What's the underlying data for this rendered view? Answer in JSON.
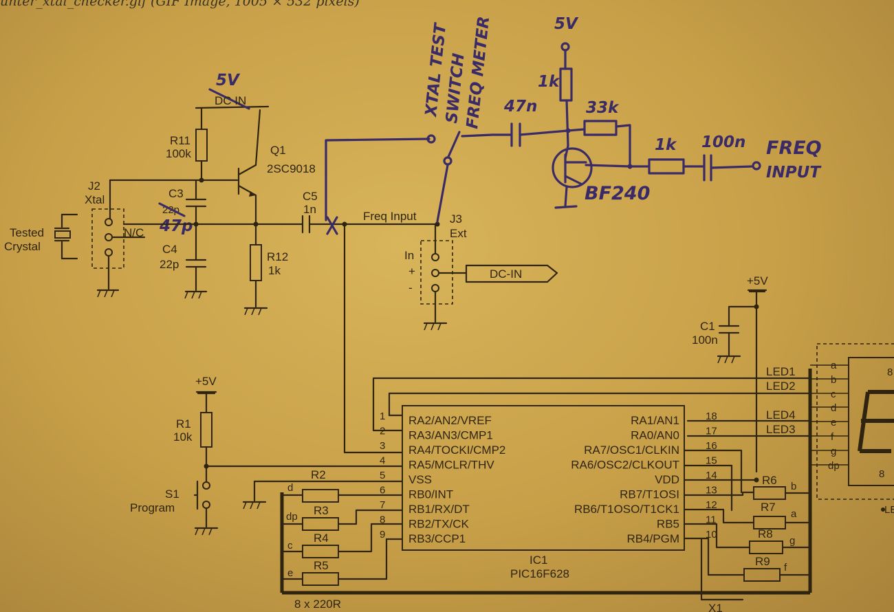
{
  "title_bar": "unter_xtal_checker.gif (GIF Image, 1005 × 532 pixels)",
  "handwritten": {
    "supply": "5V",
    "dc_in": "DC IN",
    "switch_xtal_test": "XTAL TEST",
    "switch_label": "SWITCH",
    "switch_freq_meter": "FREQ METER",
    "cap_47n": "47n",
    "res_1k_top": "1k",
    "res_33k": "33k",
    "res_1k_in": "1k",
    "cap_100n": "100n",
    "freq_input_line1": "FREQ",
    "freq_input_line2": "INPUT",
    "transistor": "BF240",
    "supply_top": "5V",
    "c3_new": "47p"
  },
  "printed": {
    "r11_name": "R11",
    "r11_value": "100k",
    "q1_name": "Q1",
    "q1_part": "2SC9018",
    "j2_name": "J2",
    "j2_label": "Xtal",
    "tested_line1": "Tested",
    "tested_line2": "Crystal",
    "nc": "N/C",
    "c3_name": "C3",
    "c3_value": "22p",
    "c4_name": "C4",
    "c4_value": "22p",
    "c5_name": "C5",
    "c5_value": "1n",
    "r12_name": "R12",
    "r12_value": "1k",
    "freq_input": "Freq Input",
    "j3_name": "J3",
    "j3_label": "Ext",
    "j3_in": "In",
    "j3_plus": "+",
    "j3_minus": "-",
    "dc_in_tag": "DC-IN",
    "plus5v_right": "+5V",
    "c1_name": "C1",
    "c1_value": "100n",
    "plus5v_left": "+5V",
    "r1_name": "R1",
    "r1_value": "10k",
    "s1_name": "S1",
    "s1_label": "Program",
    "r2": "R2",
    "r3": "R3",
    "r4": "R4",
    "r5": "R5",
    "seg_d": "d",
    "seg_dp": "dp",
    "seg_c": "c",
    "seg_e": "e",
    "resnet": "8 x 220R",
    "ic_name": "IC1",
    "ic_part": "PIC16F628",
    "led1": "LED1",
    "led2": "LED2",
    "led3": "LED3",
    "led4": "LED4",
    "r6": "R6",
    "r7": "R7",
    "r8": "R8",
    "r9": "R9",
    "r6_seg": "b",
    "r7_seg": "a",
    "r8_seg": "g",
    "r9_seg": "f",
    "display_segments": [
      "a",
      "b",
      "c",
      "d",
      "e",
      "f",
      "g",
      "dp"
    ],
    "display_digit": "8",
    "bottom_label": "X1",
    "edge_label": "LE"
  },
  "ic_pins_left": [
    {
      "num": "1",
      "name": "RA2/AN2/VREF"
    },
    {
      "num": "2",
      "name": "RA3/AN3/CMP1"
    },
    {
      "num": "3",
      "name": "RA4/TOCKI/CMP2"
    },
    {
      "num": "4",
      "name": "RA5/MCLR/THV"
    },
    {
      "num": "5",
      "name": "VSS"
    },
    {
      "num": "6",
      "name": "RB0/INT"
    },
    {
      "num": "7",
      "name": "RB1/RX/DT"
    },
    {
      "num": "8",
      "name": "RB2/TX/CK"
    },
    {
      "num": "9",
      "name": "RB3/CCP1"
    }
  ],
  "ic_pins_right": [
    {
      "num": "18",
      "name": "RA1/AN1"
    },
    {
      "num": "17",
      "name": "RA0/AN0"
    },
    {
      "num": "16",
      "name": "RA7/OSC1/CLKIN"
    },
    {
      "num": "15",
      "name": "RA6/OSC2/CLKOUT"
    },
    {
      "num": "14",
      "name": "VDD"
    },
    {
      "num": "13",
      "name": "RB7/T1OSI"
    },
    {
      "num": "12",
      "name": "RB6/T1OSO/T1CK1"
    },
    {
      "num": "11",
      "name": "RB5"
    },
    {
      "num": "10",
      "name": "RB4/PGM"
    }
  ],
  "colors": {
    "paper": "#c8a24a",
    "ink": "#2e2410",
    "pen": "#3a2a66"
  }
}
